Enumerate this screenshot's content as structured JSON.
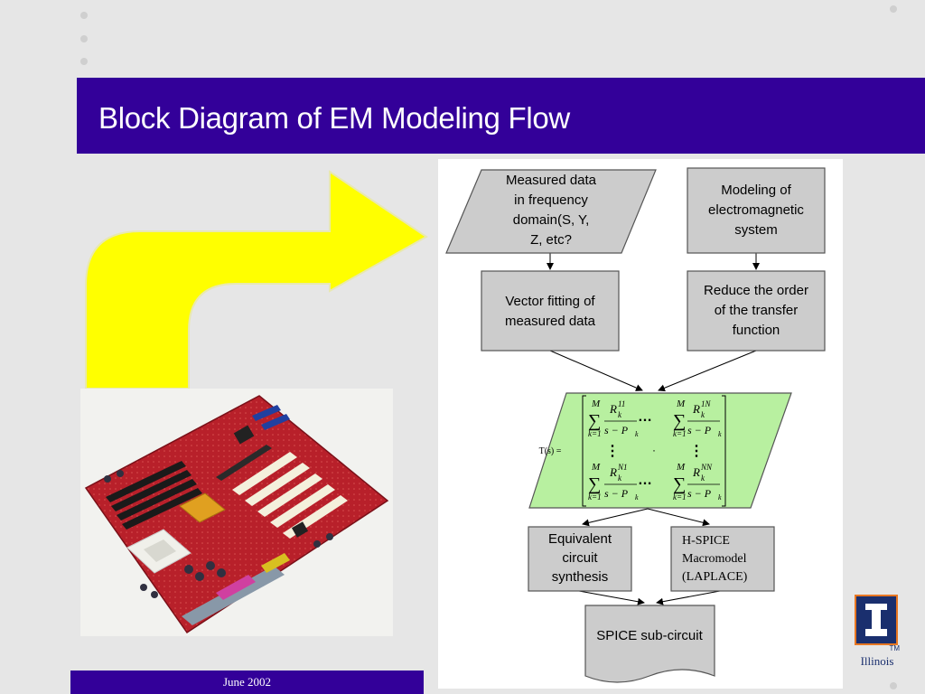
{
  "slide": {
    "title": "Block Diagram of EM Modeling Flow",
    "footer_date": "June 2002"
  },
  "logo": {
    "name": "Illinois",
    "trademark": "TM"
  },
  "colors": {
    "title_bar": "#330099",
    "arrow": "#ffff00",
    "process_box": "#cccccc",
    "equation_box": "#b8f0a0"
  },
  "diagram": {
    "measured_data": [
      "Measured data",
      "in frequency",
      "domain(S, Y,",
      "Z, etc?"
    ],
    "modeling_system": [
      "Modeling of",
      "electromagnetic",
      "system"
    ],
    "vector_fitting": [
      "Vector fitting of",
      "measured data"
    ],
    "reduce_order": [
      "Reduce the order",
      "of the transfer",
      "function"
    ],
    "transfer_label": "T(s) =",
    "equivalent_circuit": [
      "Equivalent",
      "circuit",
      "synthesis"
    ],
    "hspice": [
      "H-SPICE",
      "Macromodel",
      "(LAPLACE)"
    ],
    "spice_subcircuit": "SPICE sub-circuit",
    "matrix": {
      "sum_upper": "M",
      "sum_lower": "k=1",
      "numerators": [
        "R",
        "R",
        "R",
        "R"
      ],
      "superscripts": [
        "11",
        "1N",
        "N1",
        "NN"
      ],
      "subscript": "k",
      "denominator": "s − P",
      "denominator_sub": "k",
      "hdots": "…",
      "vdots": "⋮",
      "center_dot": "·"
    }
  }
}
